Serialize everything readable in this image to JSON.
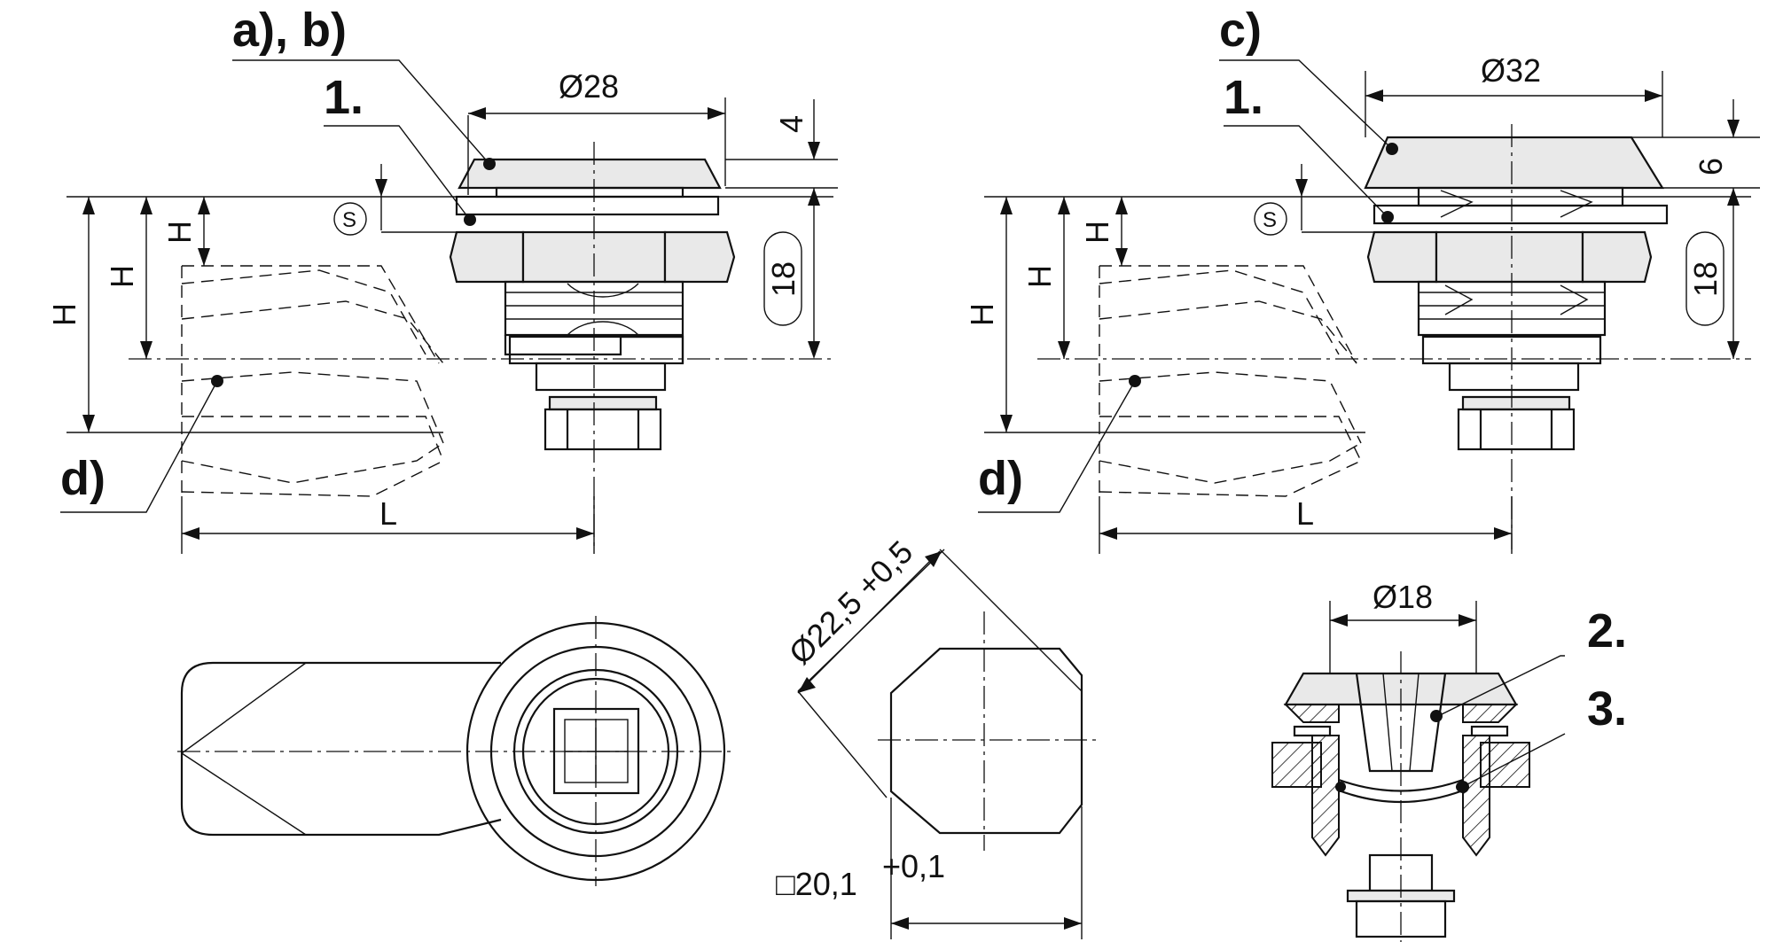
{
  "labels": {
    "top_left_variant": "a), b)",
    "top_right_variant": "c)",
    "item_1": "1.",
    "item_2": "2.",
    "item_3": "3.",
    "item_d": "d)"
  },
  "dimensions": {
    "head_diameter_left": "Ø28",
    "head_diameter_right": "Ø32",
    "head_height_left": "4",
    "head_height_right": "6",
    "body_length": "18",
    "bore_diameter": "Ø18",
    "cutout_diameter": "Ø22,5 +0,5",
    "cutout_square": "□20,1",
    "cutout_square_tol": "+0,1",
    "height_symbol": "H",
    "length_symbol": "L",
    "wall_symbol": "S"
  }
}
